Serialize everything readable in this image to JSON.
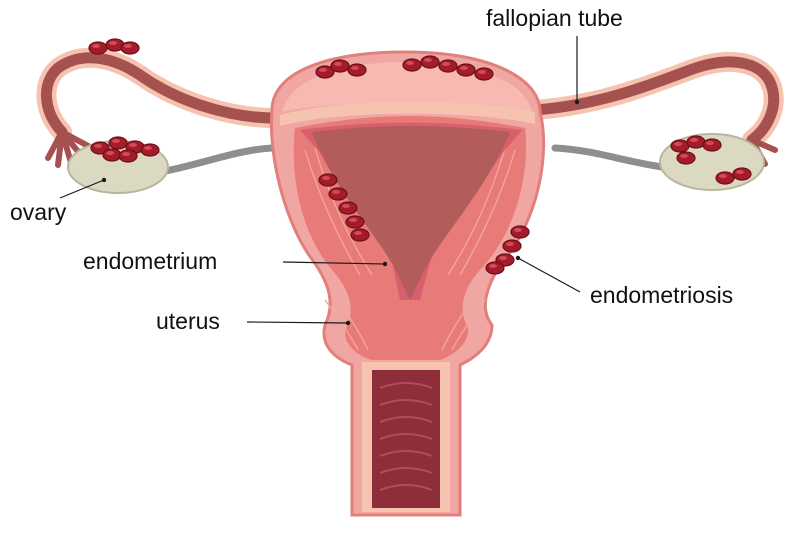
{
  "labels": {
    "fallopian_tube": "fallopian tube",
    "ovary": "ovary",
    "endometrium": "endometrium",
    "uterus": "uterus",
    "endometriosis": "endometriosis"
  },
  "colors": {
    "outer_tissue": "#f0a6a2",
    "outer_edge": "#e27f7a",
    "muscle": "#e87a78",
    "cavity": "#b25c5c",
    "lining": "#d75f6e",
    "tube": "#a5514f",
    "tube_outline": "#f5c3b0",
    "ligament": "#8e8e8e",
    "ovary": "#dcd9c3",
    "lesion": "#a31c2b",
    "lesion_dark": "#6e0f1a",
    "cervix_canal": "#8e2e3a",
    "text": "#111111"
  }
}
